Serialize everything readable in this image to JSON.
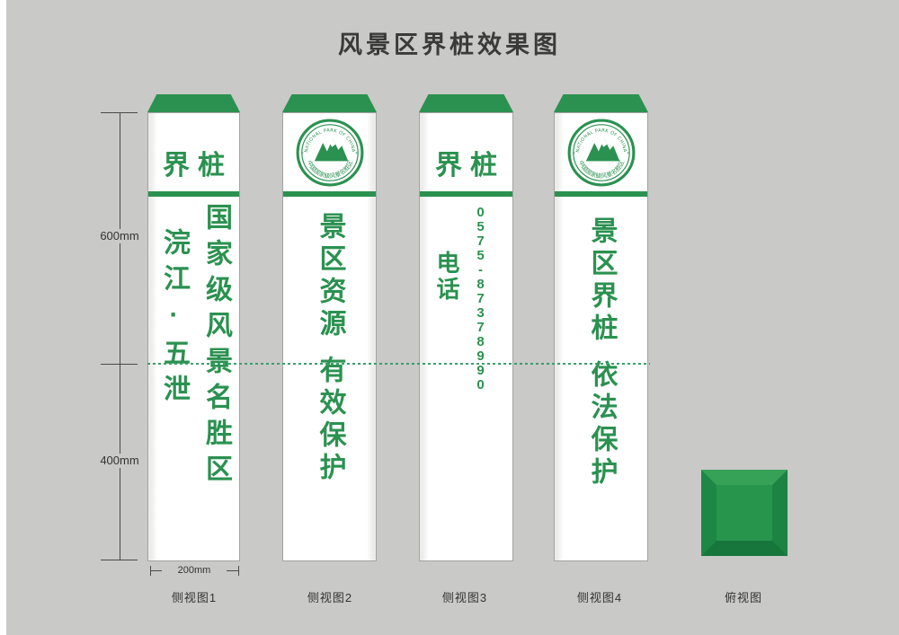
{
  "title": "风景区界桩效果图",
  "colors": {
    "primary_green": "#2b9150",
    "cap_green": "#2b9150",
    "dash_green": "#3a9e6a",
    "topview_center": "#28954c",
    "topview_light": "#35a257",
    "topview_dark": "#17763c",
    "background": "#c9c9c7"
  },
  "posts": [
    {
      "view_label": "侧视图1",
      "header": "界桩",
      "column_right": "国家级风景名胜区",
      "column_left": "浣江·五泄"
    },
    {
      "view_label": "侧视图2",
      "line1": "景区资源",
      "line2": "有效保护"
    },
    {
      "view_label": "侧视图3",
      "header": "界桩",
      "column_right": "0575-87378990",
      "column_left": "电话"
    },
    {
      "view_label": "侧视图4",
      "line1": "景区界桩",
      "line2": "依法保护"
    }
  ],
  "logo": {
    "arc_top": "NATIONAL PARK OF CHINA",
    "arc_bottom": "中国国家级风景名胜区",
    "star": "*"
  },
  "dimensions": {
    "above_ground": "600mm",
    "below_ground": "400mm",
    "post_width": "200mm"
  },
  "top_view_label": "俯视图"
}
